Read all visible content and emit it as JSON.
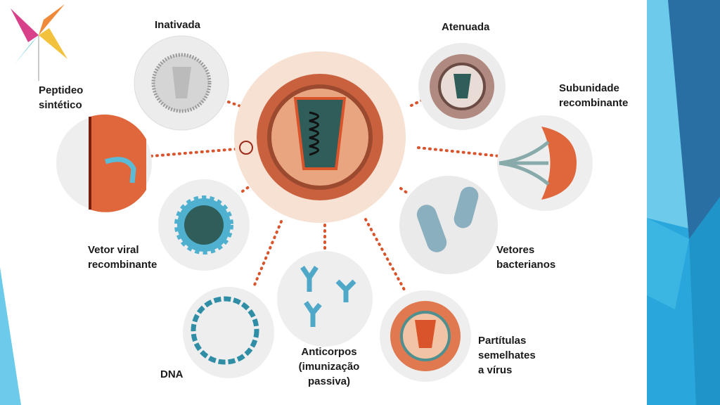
{
  "slide": {
    "labels": {
      "inativada": "Inativada",
      "atenuada": "Atenuada",
      "peptideo": "Peptideo\nsintético",
      "subunidade": "Subunidade\nrecombinante",
      "vetor_viral": "Vetor viral\nrecombinante",
      "vetores_bacterianos": "Vetores\nbacterianos",
      "dna": "DNA",
      "anticorpos": "Anticorpos\n(imunização\npassiva)",
      "particulas": "Partítulas\nsemelhates\na vírus"
    },
    "colors": {
      "accent_orange": "#d9532b",
      "teal": "#3a8fa3",
      "panel_dark_blue": "#2a6fa3",
      "panel_light_blue": "#5cc4e8"
    }
  }
}
